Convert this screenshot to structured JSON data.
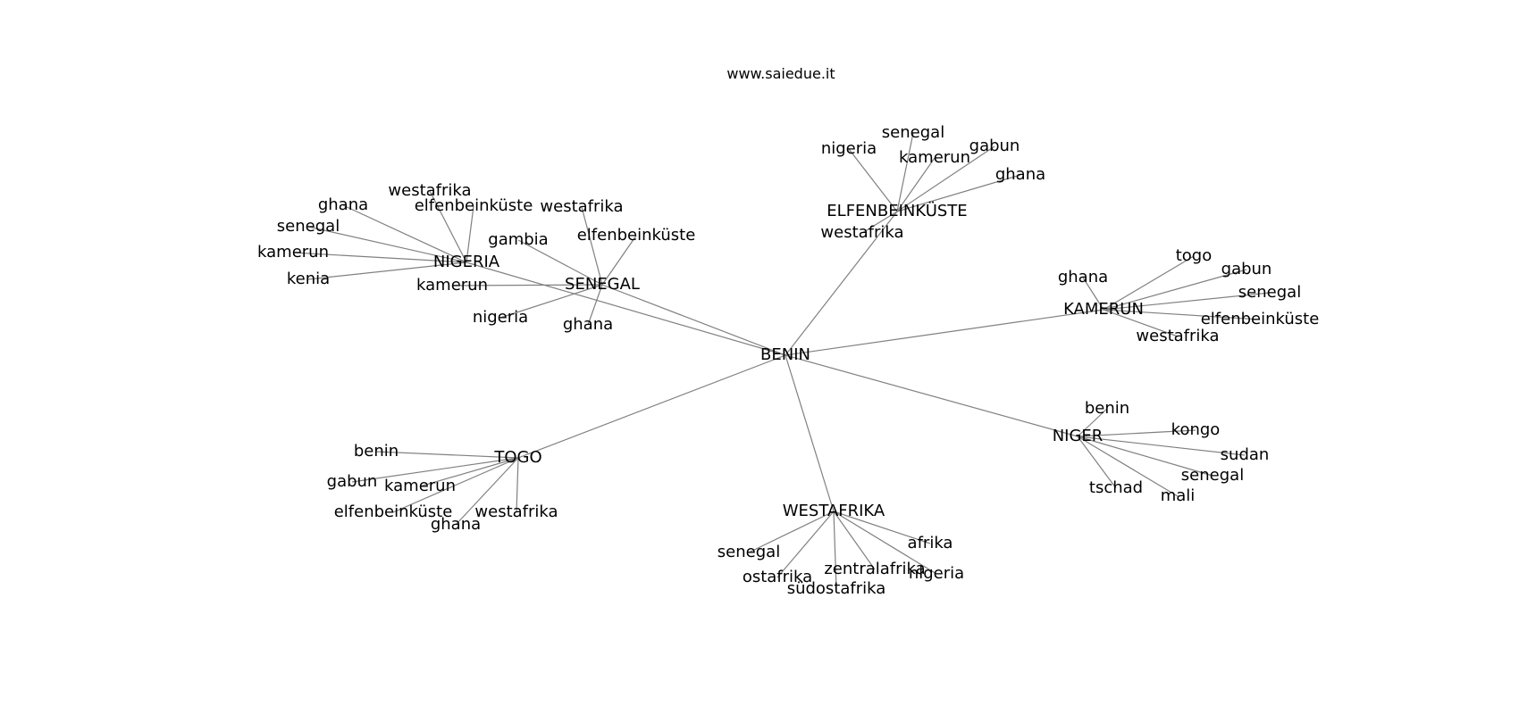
{
  "site": "www.saiedue.it",
  "center": "BENIN",
  "hubs": [
    {
      "id": "ELFENBEINKÜSTE",
      "label": "ELFENBEINKÜSTE",
      "leaves": [
        "nigeria",
        "senegal",
        "kamerun",
        "gabun",
        "ghana",
        "westafrika"
      ]
    },
    {
      "id": "KAMERUN",
      "label": "KAMERUN",
      "leaves": [
        "ghana",
        "togo",
        "gabun",
        "senegal",
        "elfenbeinküste",
        "westafrika"
      ]
    },
    {
      "id": "NIGER",
      "label": "NIGER",
      "leaves": [
        "benin",
        "kongo",
        "sudan",
        "senegal",
        "mali",
        "tschad"
      ]
    },
    {
      "id": "WESTAFRIKA",
      "label": "WESTAFRIKA",
      "leaves": [
        "afrika",
        "nigeria",
        "zentralafrika",
        "südostafrika",
        "ostafrika",
        "senegal"
      ]
    },
    {
      "id": "TOGO",
      "label": "TOGO",
      "leaves": [
        "benin",
        "gabun",
        "kamerun",
        "elfenbeinküste",
        "ghana",
        "westafrika"
      ]
    },
    {
      "id": "NIGERIA",
      "label": "NIGERIA",
      "leaves": [
        "westafrika",
        "elfenbeinküste",
        "ghana",
        "senegal",
        "kamerun",
        "kenia"
      ]
    },
    {
      "id": "SENEGAL",
      "label": "SENEGAL",
      "leaves": [
        "westafrika",
        "elfenbeinküste",
        "gambia",
        "kamerun",
        "nigeria",
        "ghana"
      ]
    }
  ],
  "style": {
    "edge_color": "#808080",
    "text_color": "#000000",
    "background": "#ffffff"
  }
}
